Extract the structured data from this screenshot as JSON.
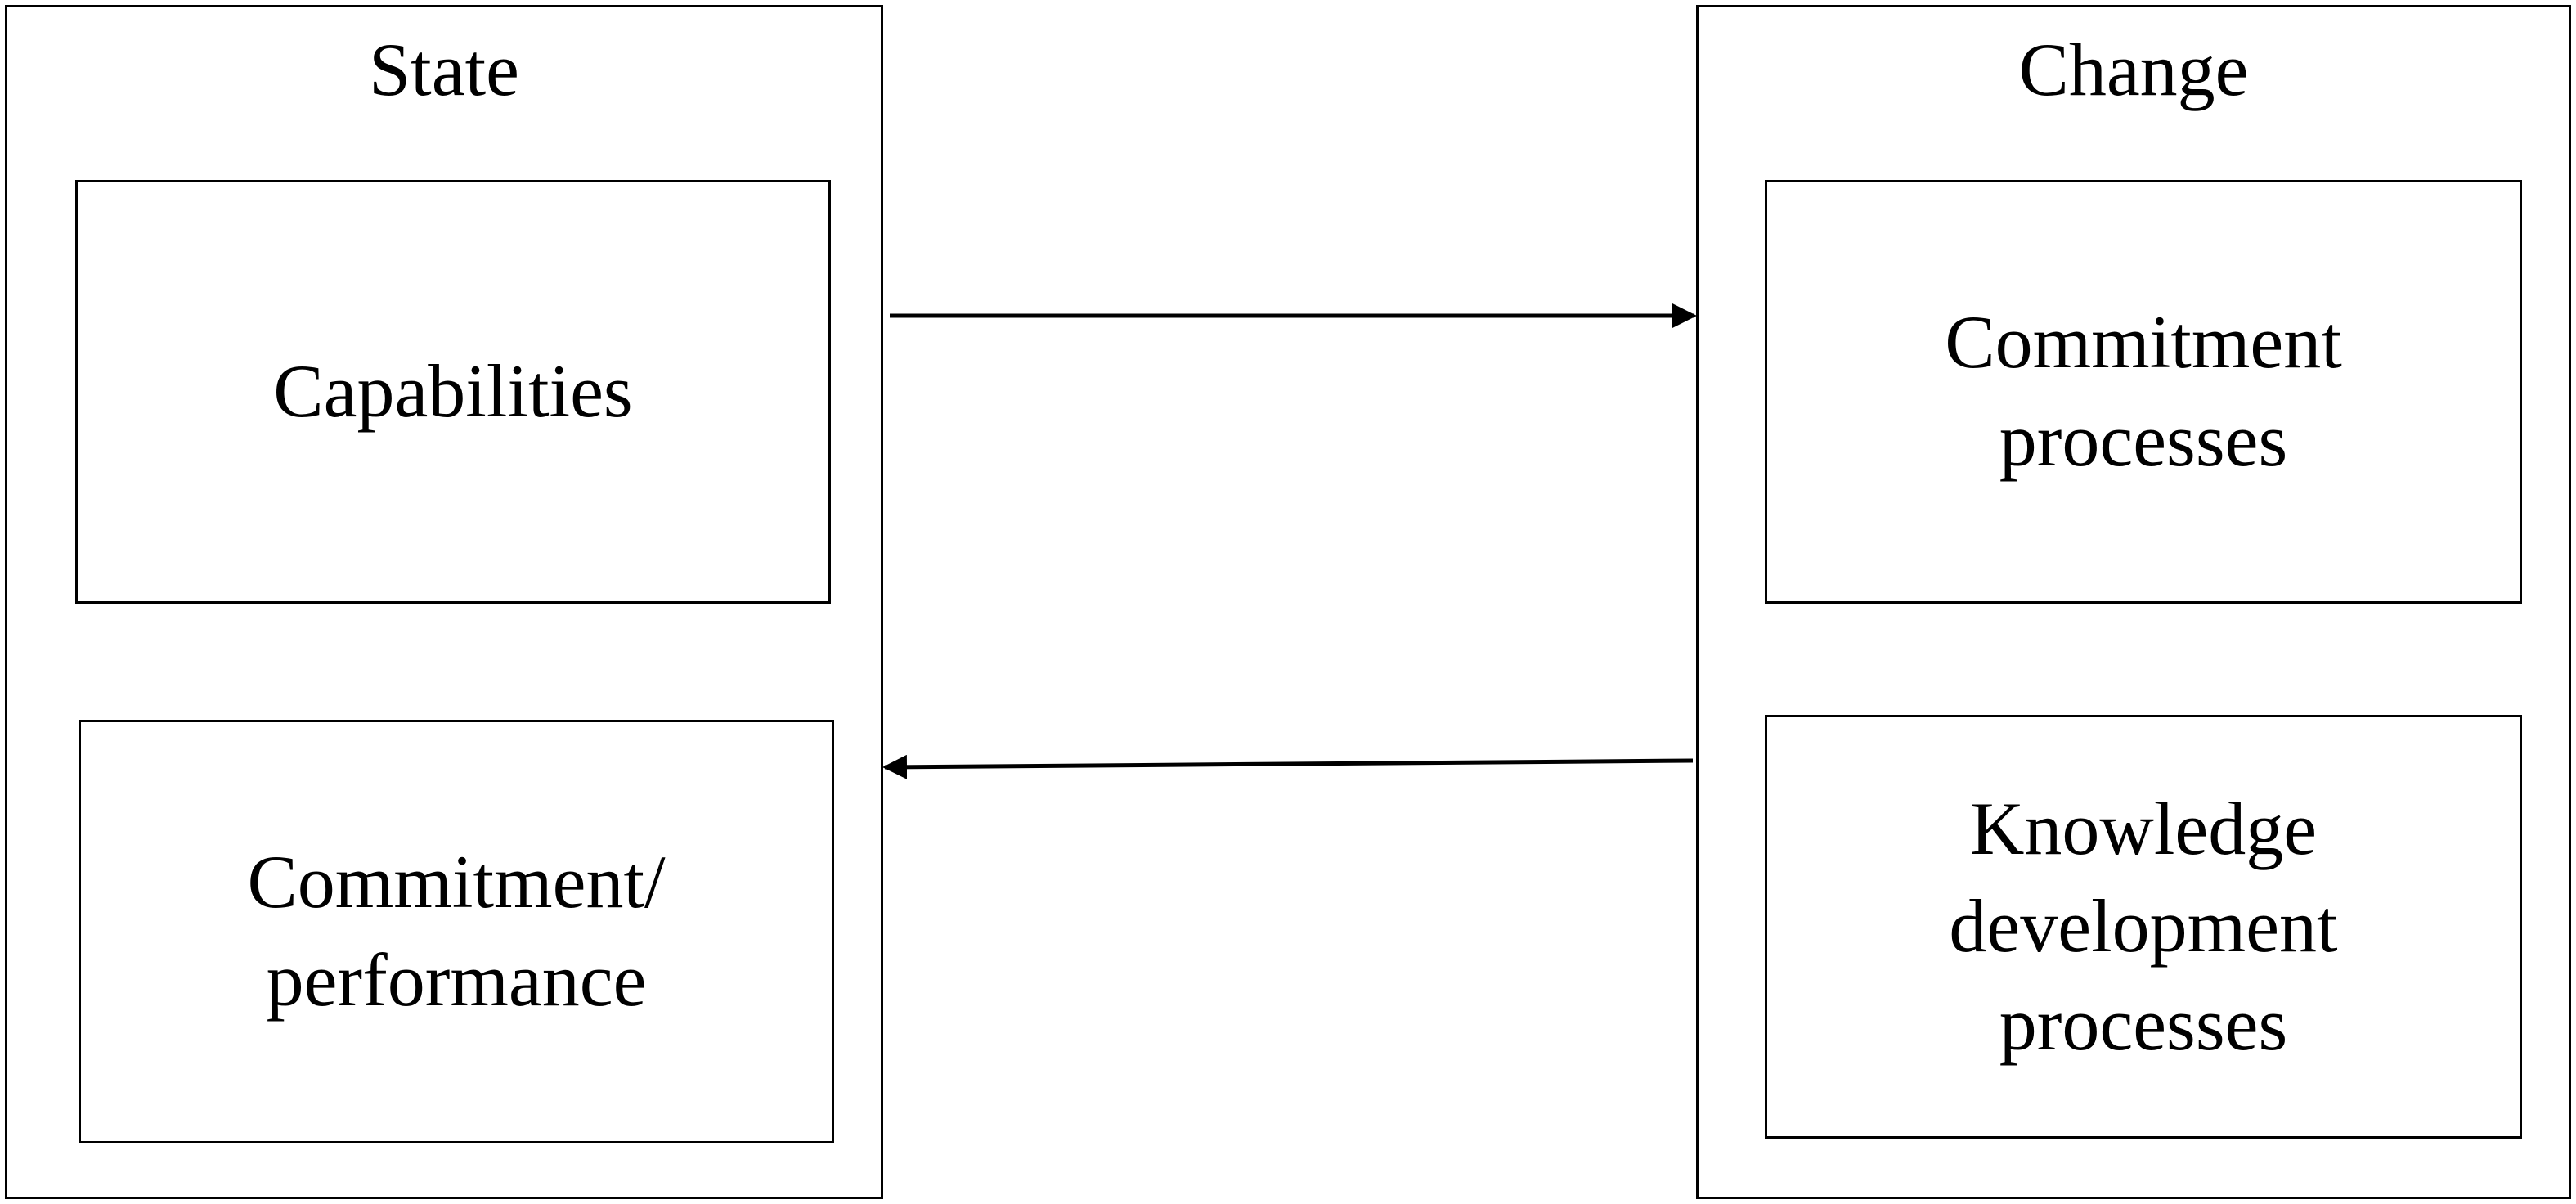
{
  "state": {
    "title": "State",
    "capabilities": "Capabilities",
    "commitment_performance": "Commitment/\nperformance"
  },
  "change": {
    "title": "Change",
    "commitment_processes": "Commitment\nprocesses",
    "knowledge_development": "Knowledge\ndevelopment\nprocesses"
  },
  "arrows": [
    {
      "from": "state",
      "to": "change"
    },
    {
      "from": "change",
      "to": "state"
    }
  ]
}
